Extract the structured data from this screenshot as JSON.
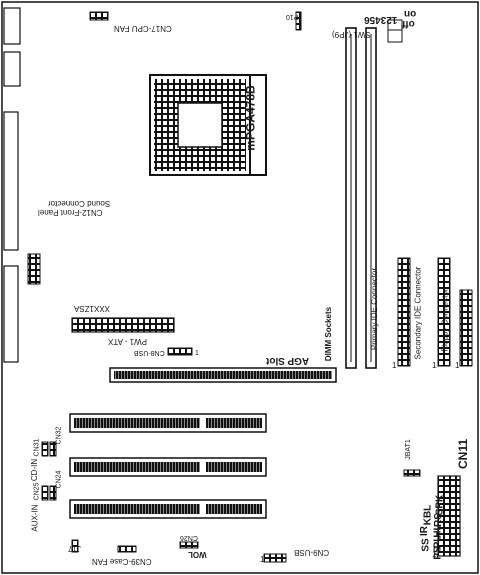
{
  "labels": {
    "cn17": "CN17-CPU FAN",
    "jp10": "JP10",
    "jp9_on": "on",
    "jp9_off": "off",
    "jp9_nums": "123456",
    "jp9_name": "SW1 (JP9)",
    "cpu": "mPGA478B",
    "cn12_a": "CN12-Front Panel",
    "cn12_b": "Sound Connector",
    "dimm": "DIMM Sockets",
    "ide1": "Primary IDE Connector",
    "ide2": "Secondary IDE Connector",
    "floppy": "Floppy Connector",
    "atx_a": "PW1 - ATX",
    "atx_b": "XXX1ZSA",
    "cn8": "CN8-USB",
    "pin1": "1",
    "agp": "AGP Slot",
    "cn31": "CN31",
    "cn32": "CN32",
    "cdin": "CD-IN",
    "cn25": "CN25",
    "cn24": "CN24",
    "auxin": "AUX-IN",
    "jbat": "JBAT1",
    "cn11": "CN11",
    "ss": "SS",
    "ir": "IR",
    "kbl": "KBL",
    "ps": "PS",
    "pl": "PL",
    "hl": "HL",
    "rs": "RS",
    "spk": "SPK",
    "wol": "WOL",
    "cn26": "CN26",
    "j17": "J17",
    "cn39": "CN39-Case FAN",
    "cn9": "CN9-USB"
  }
}
